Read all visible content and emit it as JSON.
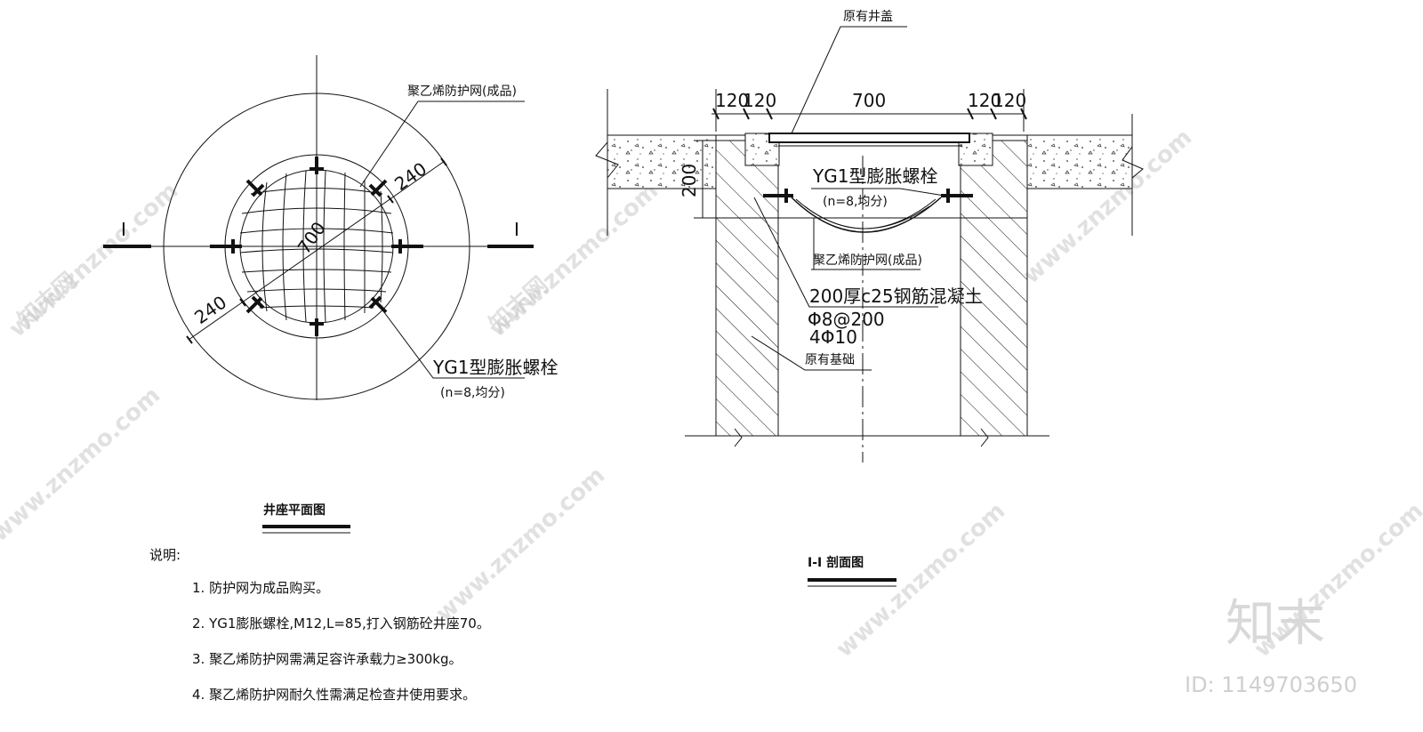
{
  "plan_view": {
    "title": "井座平面图",
    "section_mark": "I",
    "dim_diameter": "700",
    "dim_ring": "240",
    "label_net": "聚乙烯防护网(成品)",
    "label_bolt": "YG1型膨胀螺栓",
    "label_bolt_sub": "(n=8,均分)"
  },
  "section_view": {
    "title": "I-I 剖面图",
    "label_cover": "原有井盖",
    "dims_top": [
      "120",
      "120",
      "700",
      "120",
      "120"
    ],
    "dim_height": "200",
    "label_bolt": "YG1型膨胀螺栓",
    "label_bolt_sub": "(n=8,均分)",
    "label_net": "聚乙烯防护网(成品)",
    "label_slab": "200厚c25钢筋混凝土",
    "label_rebar_1": "Φ8@200",
    "label_rebar_2": "4Φ10",
    "label_foundation": "原有基础"
  },
  "notes": {
    "heading": "说明:",
    "items": [
      "1. 防护网为成品购买。",
      "2. YG1膨胀螺栓,M12,L=85,打入钢筋砼井座70。",
      "3. 聚乙烯防护网需满足容许承载力≥300kg。",
      "4. 聚乙烯防护网耐久性需满足检查井使用要求。"
    ]
  },
  "watermark": {
    "site": "www.znzmo.com",
    "brand_cn": "知末网",
    "logo_text": "知末",
    "id_text": "ID: 1149703650"
  }
}
